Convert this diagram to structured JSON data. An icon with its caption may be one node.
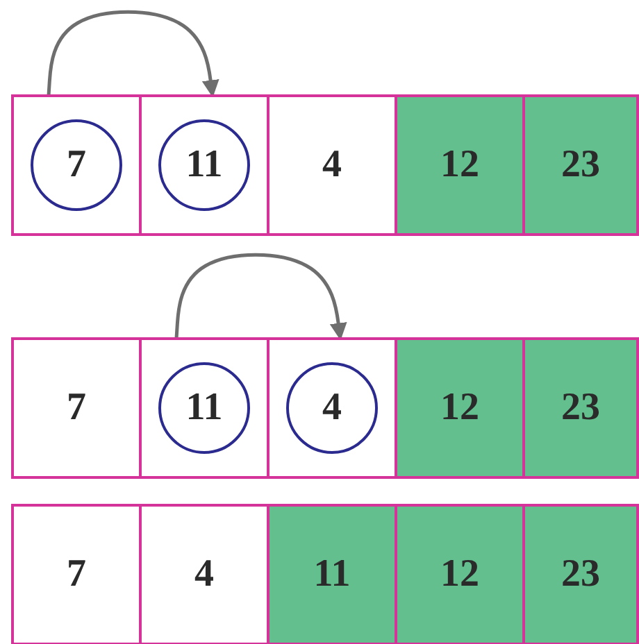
{
  "diagram": {
    "nodes": [
      {
        "text": [],
        "shape": "box"
      },
      {
        "text": [
          "7"
        ],
        "in": 0
      },
      {
        "text": [],
        "shape": "box"
      },
      {
        "text": [
          "11"
        ],
        "in": 2
      },
      {
        "text": [
          "4"
        ]
      },
      {
        "text": [
          "12"
        ]
      },
      {
        "text": [
          "23"
        ]
      },
      {
        "text": [
          "7"
        ]
      },
      {
        "text": [],
        "shape": "box"
      },
      {
        "text": [
          "11"
        ],
        "in": 8
      },
      {
        "text": [],
        "shape": "box"
      },
      {
        "text": [
          "4"
        ],
        "in": 10
      },
      {
        "text": [
          "12"
        ]
      },
      {
        "text": [
          "23"
        ]
      },
      {
        "text": [
          "7"
        ]
      },
      {
        "text": [
          "4"
        ]
      },
      {
        "text": [
          "11"
        ]
      },
      {
        "text": [
          "12"
        ]
      },
      {
        "text": [
          "23"
        ]
      }
    ],
    "edges": [
      {
        "from": 0,
        "to": 2,
        "arrow": "to"
      },
      {
        "from": 8,
        "to": 10,
        "arrow": "to"
      }
    ]
  }
}
